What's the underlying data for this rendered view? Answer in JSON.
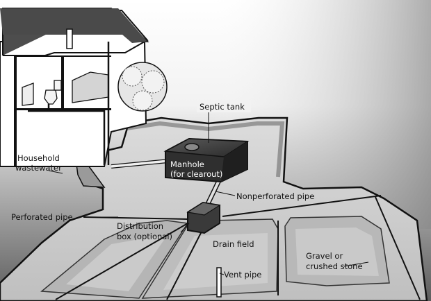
{
  "labels": {
    "septic_tank": "Septic tank",
    "household_line1": "Household",
    "household_line2": "wastewater",
    "manhole_line1": "Manhole",
    "manhole_line2": "(for clearout)",
    "nonperforated_pipe": "Nonperforated pipe",
    "perforated_pipe": "Perforated pipe",
    "distribution_line1": "Distribution",
    "distribution_line2": "box (optional)",
    "drain_field": "Drain field",
    "gravel_line1": "Gravel or",
    "gravel_line2": "crushed stone",
    "vent_pipe": "Vent pipe"
  },
  "colors": {
    "ink": "#111111",
    "sky_dark": "#6e6e6e",
    "ground": "#cfcfcf",
    "trench": "#b9b9b9",
    "tank": "#3d3d3d"
  }
}
